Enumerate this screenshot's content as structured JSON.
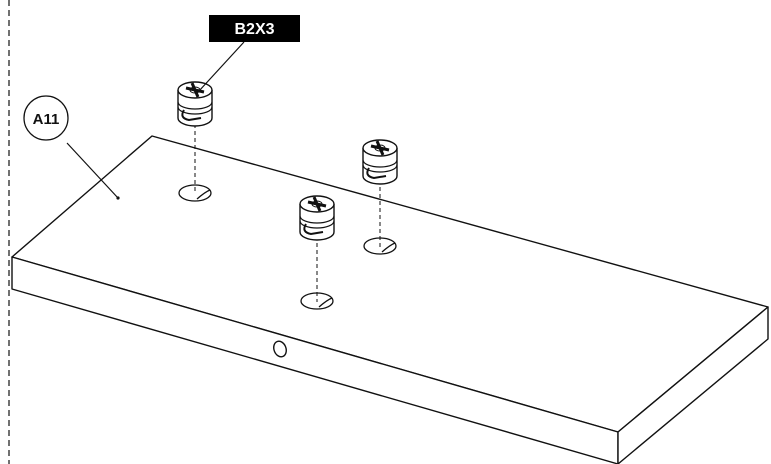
{
  "diagram": {
    "part_label": "A11",
    "hardware_label": "B2X3",
    "colors": {
      "line": "#111111",
      "label_background": "#000000",
      "label_text": "#ffffff",
      "page_background": "#ffffff"
    },
    "parts": [
      {
        "name": "panel-a11",
        "description_icon": "rectangular-board"
      },
      {
        "name": "cam-lock-fitting",
        "count": 3,
        "icon": "cam-lock-icon"
      },
      {
        "name": "cam-hole",
        "count": 3,
        "icon": "hole-icon"
      },
      {
        "name": "edge-hole",
        "count": 1,
        "icon": "hole-icon"
      }
    ]
  }
}
